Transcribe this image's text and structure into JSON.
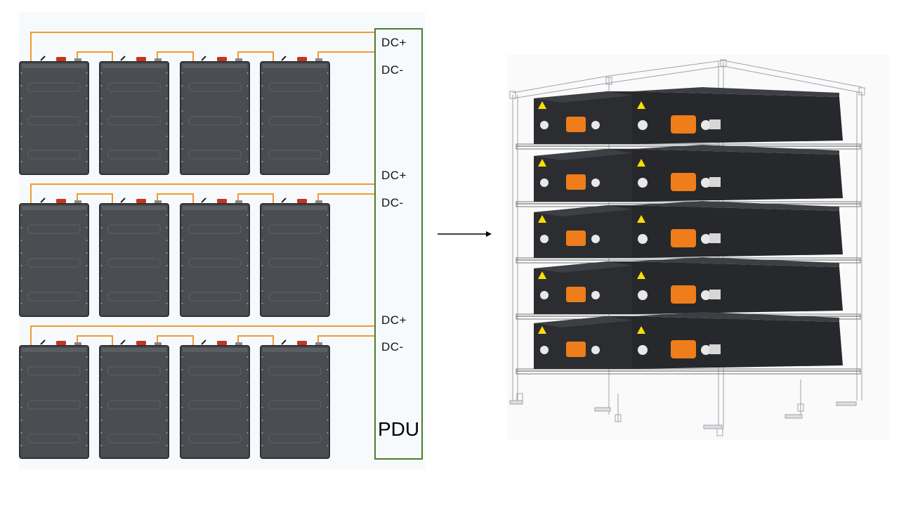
{
  "left_diagram": {
    "rows": [
      {
        "dc_plus": "DC+",
        "dc_minus": "DC-"
      },
      {
        "dc_plus": "DC+",
        "dc_minus": "DC-"
      },
      {
        "dc_plus": "DC+",
        "dc_minus": "DC-"
      }
    ],
    "pdu_label": "PDU",
    "modules_per_row": 4,
    "row_count": 3
  },
  "right_illustration": {
    "levels": 5,
    "modules_per_level": 2
  },
  "colors": {
    "wire": "#f29a33",
    "pdu_border": "#4b7f2c",
    "module_body": "#4a4d52",
    "terminal_red": "#c8321e",
    "connector_orange": "#ee7d1a",
    "warning_yellow": "#ffdd00"
  },
  "icons": [
    "arrow-right-icon",
    "warning-triangle-icon"
  ]
}
